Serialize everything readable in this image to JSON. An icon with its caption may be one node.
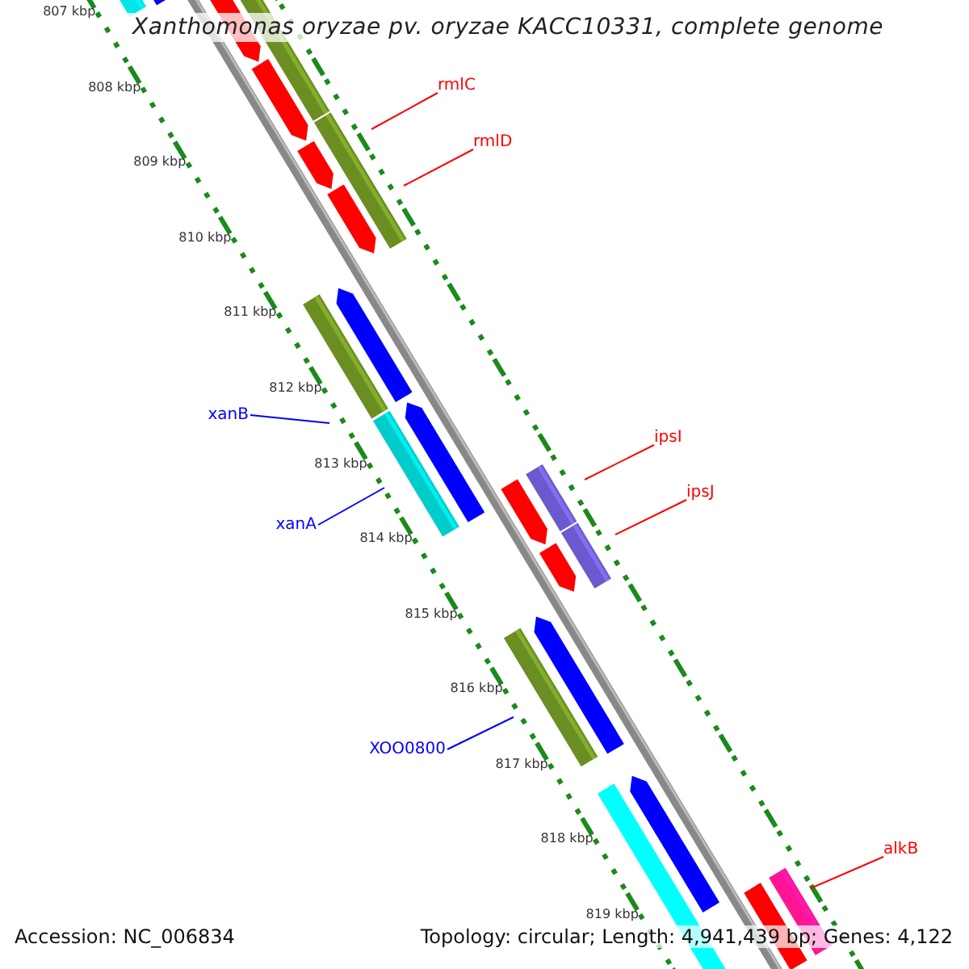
{
  "diagram": {
    "title": "Xanthomonas oryzae pv. oryzae KACC10331, complete genome",
    "nodes": [
      {
        "text": [
          "rmlC"
        ]
      },
      {
        "text": [
          "rmlD"
        ]
      },
      {
        "text": [
          "xanB"
        ]
      },
      {
        "text": [
          "xanA"
        ]
      },
      {
        "text": [
          "ipsI"
        ]
      },
      {
        "text": [
          "ipsJ"
        ]
      },
      {
        "text": [
          "XOO0800"
        ]
      },
      {
        "text": [
          "alkB"
        ]
      }
    ],
    "edges": [
      {
        "from": 0,
        "to": null,
        "arrow": "none"
      },
      {
        "from": 1,
        "to": null,
        "arrow": "none"
      },
      {
        "from": 2,
        "to": null,
        "arrow": "none",
        "color": "#0000ff"
      },
      {
        "from": 3,
        "to": null,
        "arrow": "none",
        "color": "#0000ff"
      },
      {
        "from": 4,
        "to": null,
        "arrow": "none"
      },
      {
        "from": 5,
        "to": null,
        "arrow": "none"
      },
      {
        "from": 6,
        "to": null,
        "arrow": "none",
        "color": "#0000ff"
      },
      {
        "from": 7,
        "to": null,
        "arrow": "none"
      }
    ],
    "labels": [
      "807 kbp",
      "808 kbp",
      "809 kbp",
      "810 kbp",
      "811 kbp",
      "812 kbp",
      "813 kbp",
      "814 kbp",
      "815 kbp",
      "816 kbp",
      "817 kbp",
      "818 kbp",
      "819 kbp",
      "Accession: NC_006834",
      "Topology: circular; Length: 4,941,439 bp; Genes: 4,122"
    ]
  }
}
